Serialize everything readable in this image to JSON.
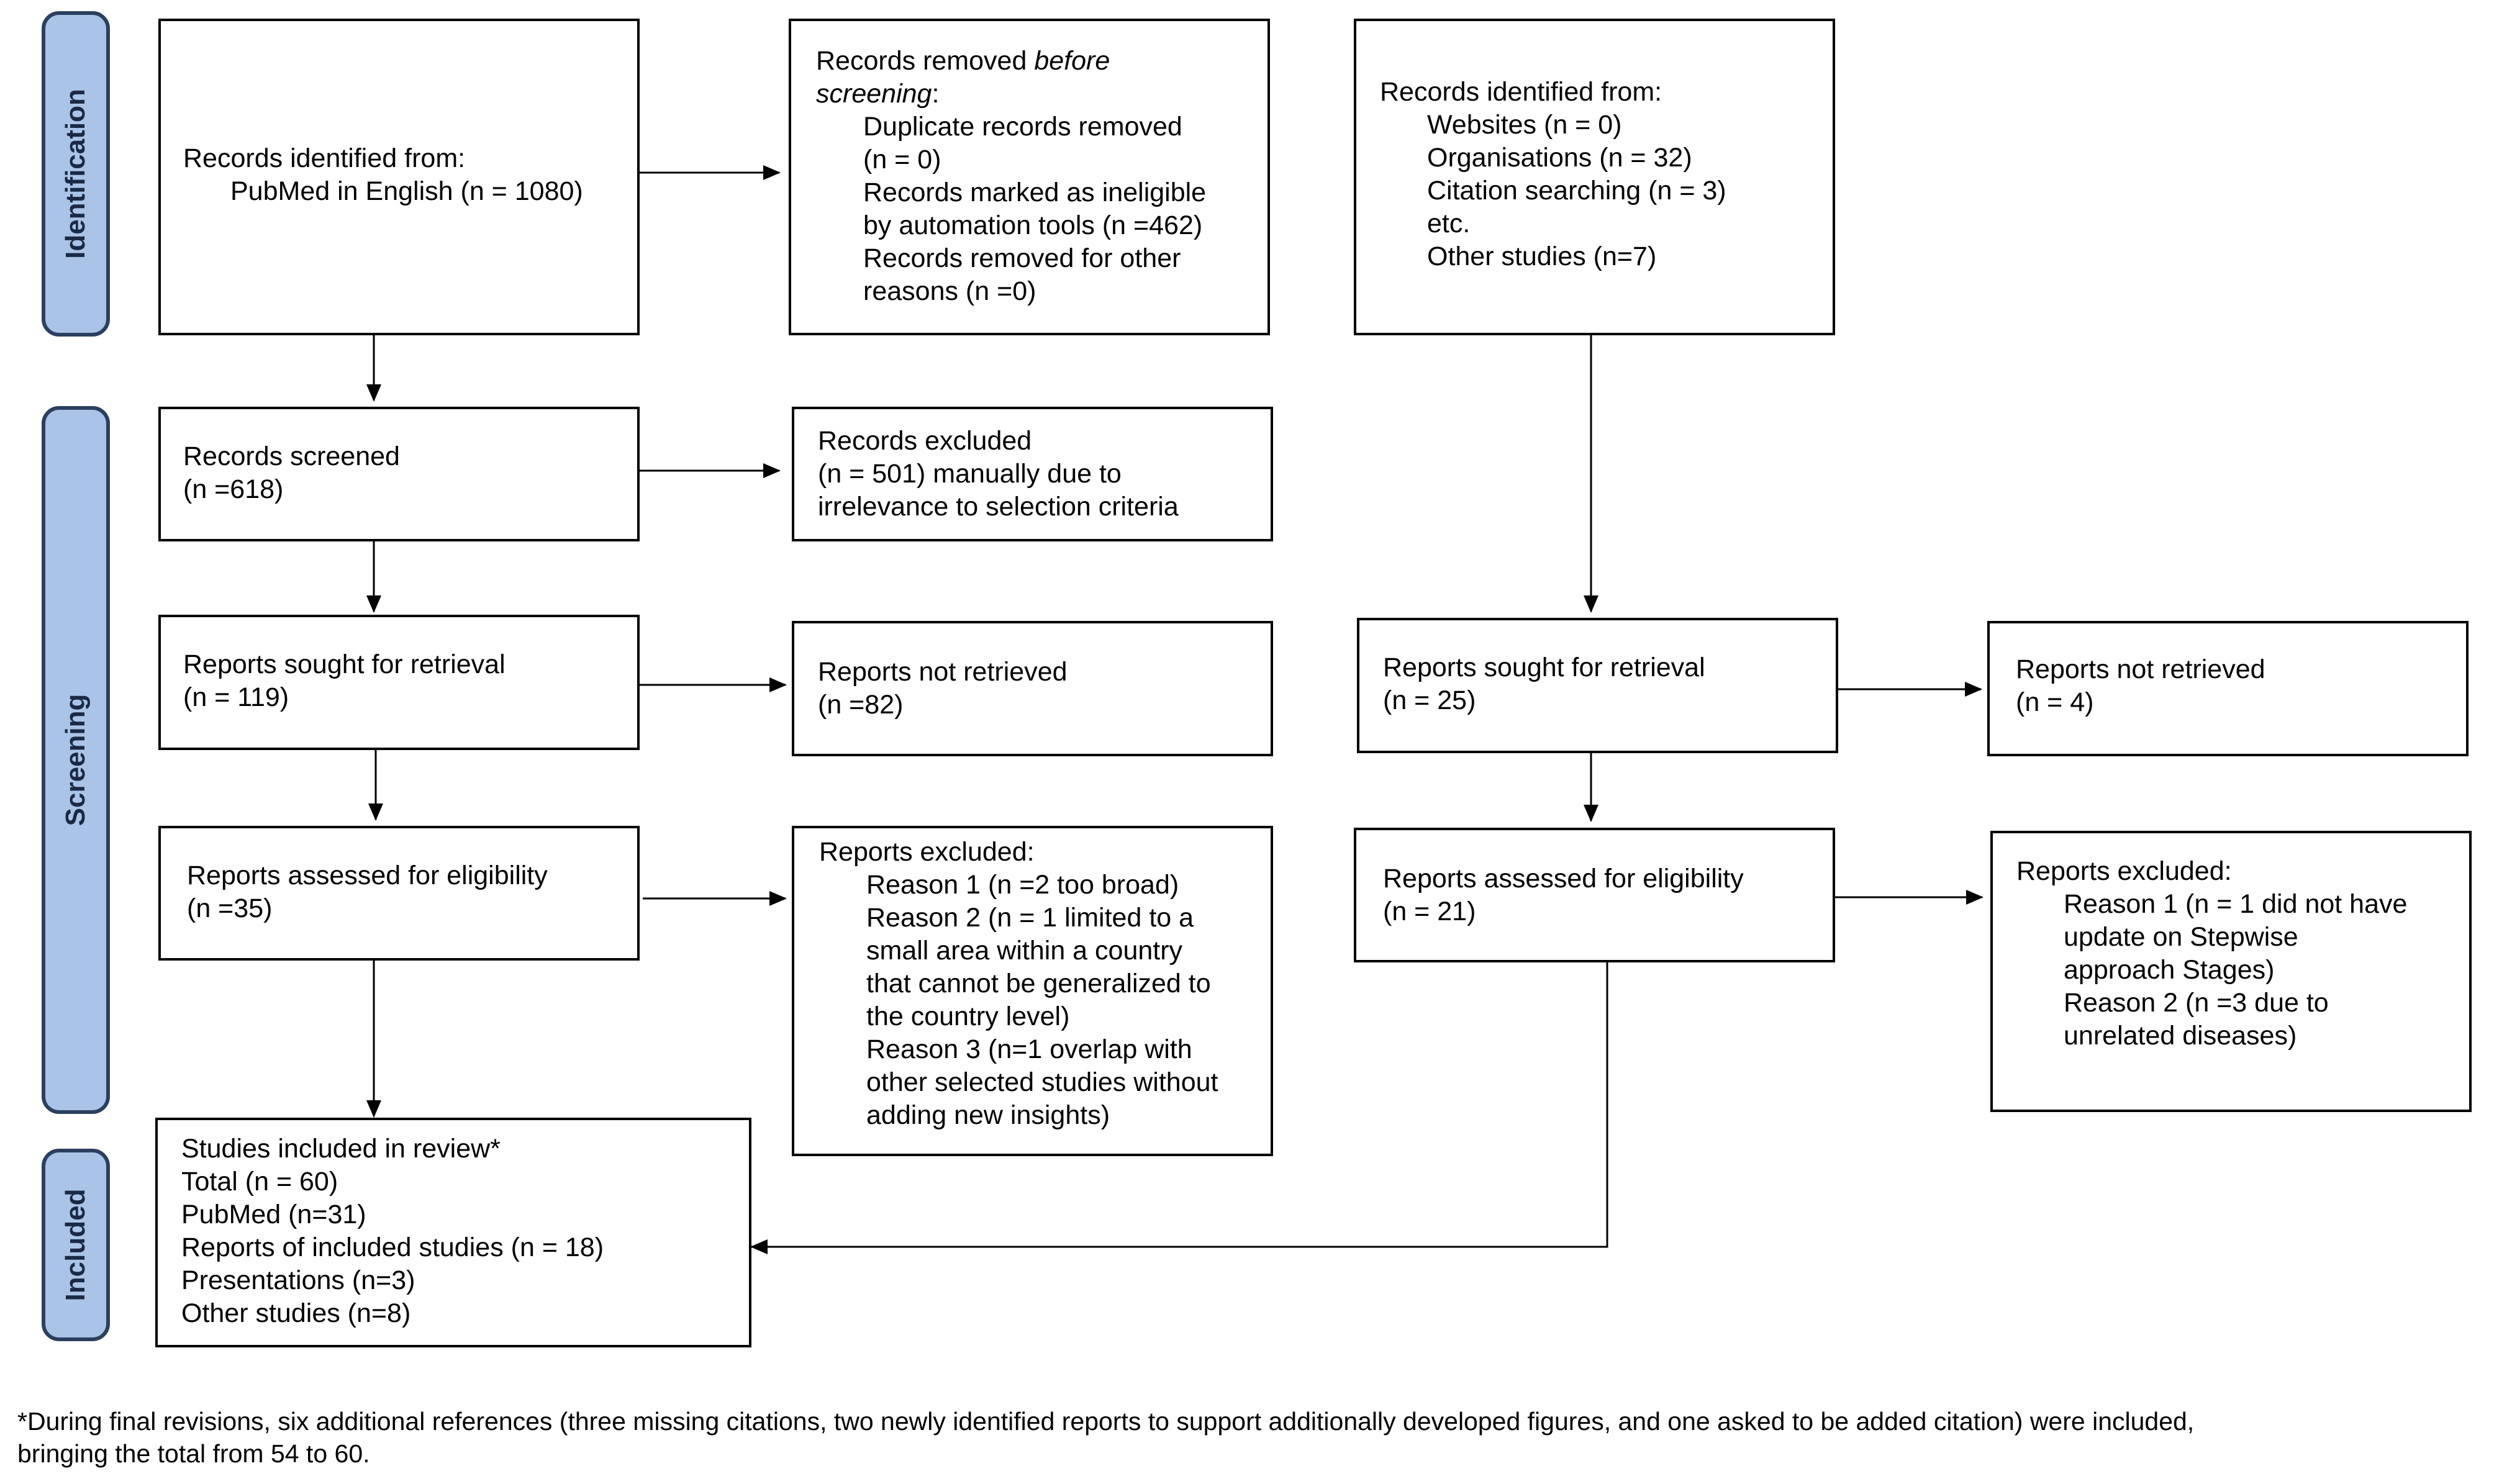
{
  "phases": {
    "identification": "Identification",
    "screening": "Screening",
    "included": "Included"
  },
  "db_records": {
    "line1": "Records identified from:",
    "line2": "PubMed in English (n = 1080)"
  },
  "removed_before_screening": {
    "line1_a": "Records removed ",
    "line1_b": "before",
    "line2_a": "screening",
    "line2_b": ":",
    "items": [
      "Duplicate records removed",
      "(n = 0)",
      "Records marked as ineligible",
      "by automation tools (n =462)",
      "Records removed for other",
      "reasons (n =0)"
    ]
  },
  "other_records": {
    "line1": "Records identified from:",
    "items": [
      "Websites (n = 0)",
      "Organisations (n = 32)",
      "Citation searching (n = 3)",
      "etc.",
      "Other studies (n=7)"
    ]
  },
  "records_screened": {
    "line1": "Records screened",
    "line2": "(n =618)"
  },
  "records_excluded": {
    "line1": "Records excluded",
    "line2": "(n = 501) manually due to",
    "line3": "irrelevance to selection criteria"
  },
  "db_sought": {
    "line1": "Reports sought for retrieval",
    "line2": "(n = 119)"
  },
  "db_not_retrieved": {
    "line1": "Reports not retrieved",
    "line2": "(n =82)"
  },
  "db_assessed": {
    "line1": "Reports assessed for eligibility",
    "line2": "(n =35)"
  },
  "db_excluded": {
    "line1": "Reports excluded:",
    "items": [
      "Reason 1 (n =2 too broad)",
      "Reason 2 (n = 1 limited to a",
      "small area within a country",
      "that cannot be generalized to",
      "the country level)",
      "Reason 3 (n=1 overlap with",
      "other selected studies without",
      "adding new insights)"
    ]
  },
  "other_sought": {
    "line1": "Reports sought for retrieval",
    "line2": "(n = 25)"
  },
  "other_not_retrieved": {
    "line1": "Reports not retrieved",
    "line2": "(n = 4)"
  },
  "other_assessed": {
    "line1": "Reports assessed for eligibility",
    "line2": "(n = 21)"
  },
  "other_excluded": {
    "line1": "Reports excluded:",
    "items": [
      "Reason 1 (n = 1 did not have",
      "update on Stepwise",
      "approach Stages)",
      "Reason 2 (n =3 due to",
      "unrelated diseases)"
    ]
  },
  "included": {
    "lines": [
      "Studies included in review*",
      "Total (n = 60)",
      "PubMed (n=31)",
      "Reports of included studies (n = 18)",
      "Presentations (n=3)",
      "Other studies (n=8)"
    ]
  },
  "footnote": {
    "line1": "*During final revisions, six additional references (three missing citations, two newly identified reports to support additionally developed figures, and one asked to be added citation) were included,",
    "line2": "bringing the total from 54 to 60."
  }
}
